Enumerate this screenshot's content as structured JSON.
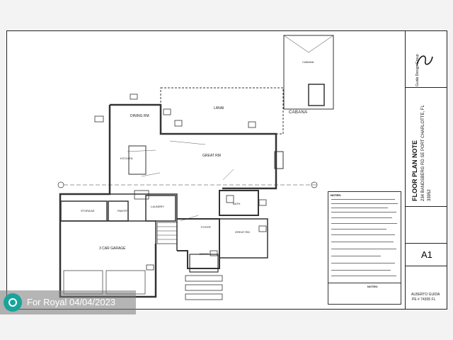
{
  "rooms": {
    "cabana_upper": "CABANA",
    "cabana": "CABANA",
    "lanai": "LANAI",
    "dining": "DINING RM",
    "kitchen": "KITCHEN",
    "great_rm": "GREAT RM",
    "storage": "STORAGE",
    "pantry": "PANTRY",
    "laundry": "LAUNDRY",
    "bath": "BATH",
    "foyer": "FOYER",
    "great_rm_2": "GREAT RM",
    "garage": "3 CAR GARAGE",
    "entry": "ENTRY"
  },
  "notes": {
    "title": "NOTES:",
    "small_title": "NOTES:"
  },
  "title_block": {
    "firm": "Guida Design Group",
    "sheet_title": "FLOOR PLAN NOTE",
    "address": "234 BANDSBERG RD SE PORT CHARLOTTE, FL",
    "zip": "33952",
    "sheet_number": "A1",
    "engineer": "ALBERTO GUIDA",
    "license": "PE # 74305 FL"
  },
  "watermark": {
    "text": "For Royal  04/04/2023"
  }
}
